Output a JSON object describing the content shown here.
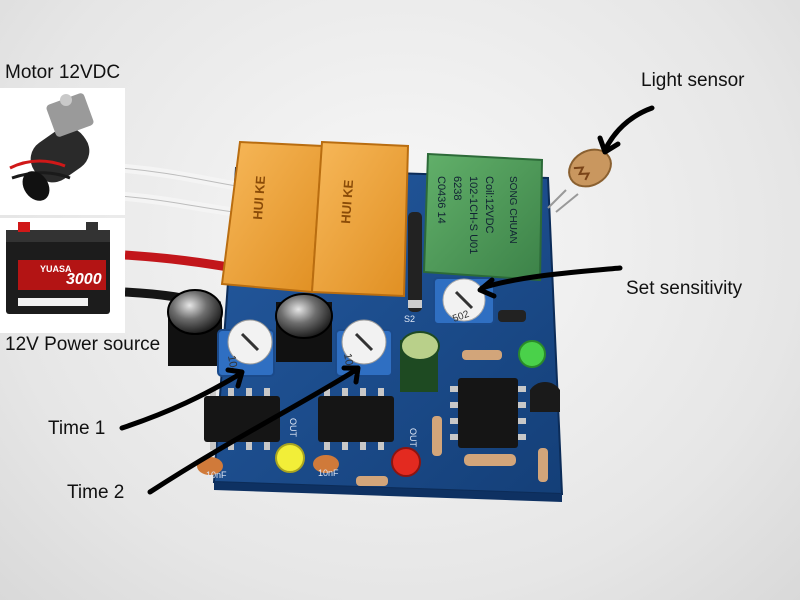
{
  "labels": {
    "motor": "Motor 12VDC",
    "power": "12V Power source",
    "light_sensor": "Light sensor",
    "sensitivity": "Set sensitivity",
    "time1": "Time 1",
    "time2": "Time 2"
  },
  "components": {
    "relay_top_1": "HUI KE",
    "relay_top_2": "HUI KE",
    "relay_main_lines": [
      "C0436 14",
      "6238",
      "102-1CH-S U01",
      "Coil:12VDC",
      "SONG CHUAN"
    ],
    "pot_main": "502",
    "pot_time1": "104",
    "pot_time2": "104",
    "battery_brand": "YUASA",
    "battery_model": "3000",
    "cap_label_1": "10nF",
    "cap_label_2": "10nF",
    "pcb_out_1": "OUT",
    "pcb_out_2": "OUT",
    "pcb_marking": "S2"
  },
  "colors": {
    "pcb": "#1a4c8c",
    "relay_orange": "#f2a43a",
    "relay_green": "#4f9a5a",
    "pot_blue": "#2f6fc2"
  }
}
